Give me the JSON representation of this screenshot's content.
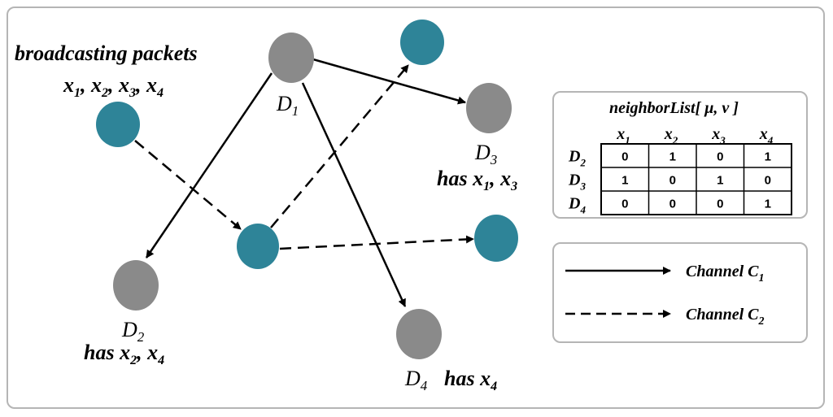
{
  "colors": {
    "teal": "#2e8498",
    "gray": "#8a8a8a",
    "line": "#000000",
    "frame": "#b5b5b5"
  },
  "broadcast": {
    "title": "broadcasting packets",
    "packets": [
      {
        "base": "x",
        "sub": "1",
        "sep": ", "
      },
      {
        "base": "x",
        "sub": "2",
        "sep": ", "
      },
      {
        "base": "x",
        "sub": "3",
        "sep": ", "
      },
      {
        "base": "x",
        "sub": "4",
        "sep": ""
      }
    ]
  },
  "nodes": {
    "d1": {
      "base": "D",
      "sub": "1"
    },
    "d2": {
      "base": "D",
      "sub": "2",
      "has_prefix": "has ",
      "has": [
        {
          "base": "x",
          "sub": "2",
          "sep": ", "
        },
        {
          "base": "x",
          "sub": "4",
          "sep": ""
        }
      ]
    },
    "d3": {
      "base": "D",
      "sub": "3",
      "has_prefix": "has ",
      "has": [
        {
          "base": "x",
          "sub": "1",
          "sep": ", "
        },
        {
          "base": "x",
          "sub": "3",
          "sep": ""
        }
      ]
    },
    "d4": {
      "base": "D",
      "sub": "4",
      "has_prefix": "has ",
      "has": [
        {
          "base": "x",
          "sub": "4",
          "sep": ""
        }
      ]
    }
  },
  "table": {
    "title": "neighborList[ μ, ν ]",
    "columns": [
      {
        "base": "x",
        "sub": "1"
      },
      {
        "base": "x",
        "sub": "2"
      },
      {
        "base": "x",
        "sub": "3"
      },
      {
        "base": "x",
        "sub": "4"
      }
    ],
    "rows": [
      {
        "base": "D",
        "sub": "2",
        "values": [
          "0",
          "1",
          "0",
          "1"
        ]
      },
      {
        "base": "D",
        "sub": "3",
        "values": [
          "1",
          "0",
          "1",
          "0"
        ]
      },
      {
        "base": "D",
        "sub": "4",
        "values": [
          "0",
          "0",
          "0",
          "1"
        ]
      }
    ]
  },
  "legend": [
    {
      "style": "solid",
      "label": "Channel C",
      "sub": "1"
    },
    {
      "style": "dashed",
      "label": "Channel C",
      "sub": "2"
    }
  ]
}
